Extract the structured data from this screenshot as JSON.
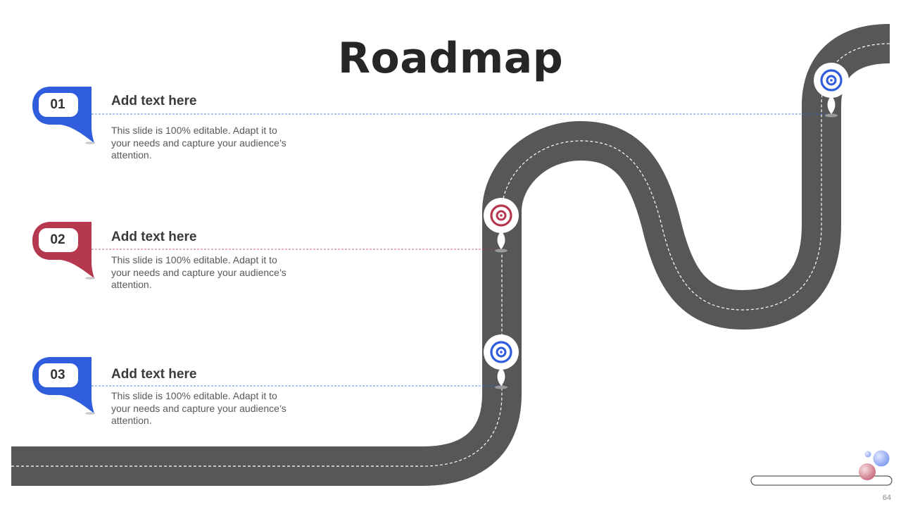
{
  "slide": {
    "title": "Roadmap",
    "page_number": "64"
  },
  "items": [
    {
      "number": "01",
      "heading": "Add text here",
      "description": "This slide is 100% editable. Adapt it to your needs and capture your audience’s attention.",
      "color": "#2f5ddb"
    },
    {
      "number": "02",
      "heading": "Add text here",
      "description": "This slide is 100% editable. Adapt it to your needs and capture your audience’s attention.",
      "color": "#b5384f"
    },
    {
      "number": "03",
      "heading": "Add text here",
      "description": "This slide is 100% editable. Adapt it to your needs and capture your audience’s attention.",
      "color": "#2f5ddb"
    }
  ],
  "road": {
    "color": "#575757",
    "lane_marking_color": "#ffffff"
  },
  "icons": {
    "milestone_pin": "target-icon",
    "number_tag": "speech-tag-icon"
  }
}
